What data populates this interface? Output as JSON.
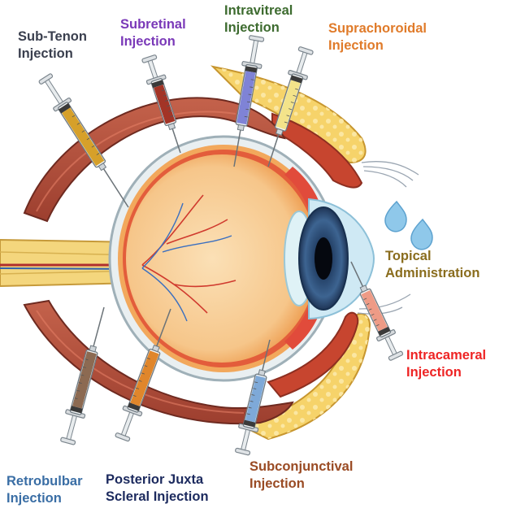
{
  "labels": {
    "sub_tenon": {
      "line1": "Sub-Tenon",
      "line2": "Injection",
      "color": "#3a3f4e"
    },
    "subretinal": {
      "line1": "Subretinal",
      "line2": "Injection",
      "color": "#7a39b8"
    },
    "intravitreal": {
      "line1": "Intravitreal",
      "line2": "Injection",
      "color": "#3d6b2f"
    },
    "suprachoroidal": {
      "line1": "Suprachoroidal",
      "line2": "Injection",
      "color": "#e07b2a"
    },
    "topical": {
      "line1": "Topical",
      "line2": "Administration",
      "color": "#8a6d1e"
    },
    "intracameral": {
      "line1": "Intracameral",
      "line2": "Injection",
      "color": "#ee2424"
    },
    "subconjunctival": {
      "line1": "Subconjunctival",
      "line2": "Injection",
      "color": "#9a4b24"
    },
    "posterior_juxta": {
      "line1": "Posterior Juxta",
      "line2": "Scleral Injection",
      "color": "#1c2a5e"
    },
    "retrobulbar": {
      "line1": "Retrobulbar",
      "line2": "Injection",
      "color": "#3a6ea5"
    }
  },
  "syringes": {
    "sub_tenon": {
      "fluid_color": "#d6a02a"
    },
    "subretinal": {
      "fluid_color": "#a33426"
    },
    "intravitreal": {
      "fluid_color": "#7f83d6"
    },
    "suprachoroidal": {
      "fluid_color": "#f3e38a"
    },
    "intracameral": {
      "fluid_color": "#ee9b86"
    },
    "subconjunctival": {
      "fluid_color": "#7ea9d8"
    },
    "posterior_juxta": {
      "fluid_color": "#e0862b"
    },
    "retrobulbar": {
      "fluid_color": "#8c6a52"
    }
  },
  "colors": {
    "muscle": "#b9503c",
    "muscle_dark": "#7e3026",
    "fat": "#f6d36a",
    "sclera": "#eeeae2",
    "eyeball": "#f7c98f",
    "retina": "#f2a85c",
    "iris": "#2f4e78",
    "cornea": "#bfe3f2",
    "drop": "#8fc8ea"
  }
}
